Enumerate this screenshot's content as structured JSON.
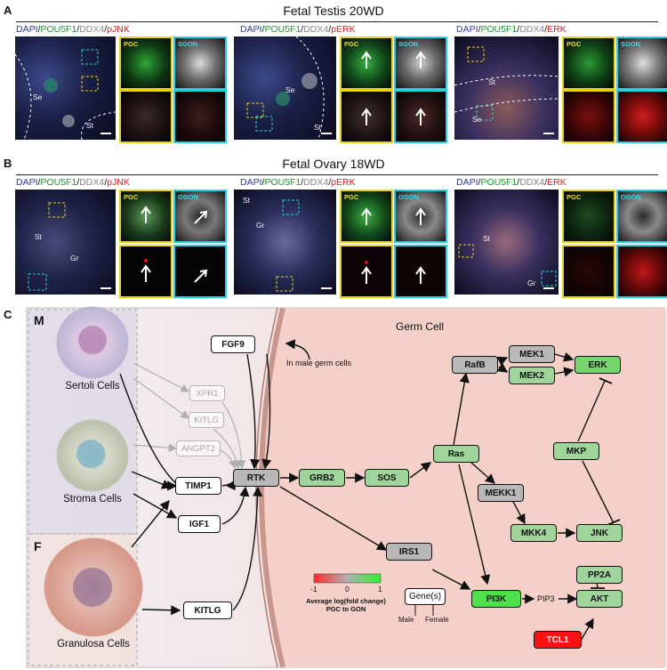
{
  "sections": {
    "A": {
      "label": "A",
      "title": "Fetal Testis 20WD",
      "panels": [
        {
          "markers": [
            "DAPI",
            "POU5F1",
            "DDX4",
            "pJNK"
          ],
          "inset_left": "PGC",
          "inset_right": "SGON",
          "annotations": [
            "Se",
            "St"
          ]
        },
        {
          "markers": [
            "DAPI",
            "POU5F1",
            "DDX4",
            "pERK"
          ],
          "inset_left": "PGC",
          "inset_right": "SGON",
          "annotations": [
            "Se",
            "St"
          ]
        },
        {
          "markers": [
            "DAPI",
            "POU5F1",
            "DDX4",
            "ERK"
          ],
          "inset_left": "PGC",
          "inset_right": "SGON",
          "annotations": [
            "St",
            "Se"
          ]
        }
      ]
    },
    "B": {
      "label": "B",
      "title": "Fetal Ovary 18WD",
      "panels": [
        {
          "markers": [
            "DAPI",
            "POU5F1",
            "DDX4",
            "pJNK"
          ],
          "inset_left": "PGC",
          "inset_right": "OGON",
          "annotations": [
            "St",
            "Gr"
          ]
        },
        {
          "markers": [
            "DAPI",
            "POU5F1",
            "DDX4",
            "pERK"
          ],
          "inset_left": "PGC",
          "inset_right": "OGON",
          "annotations": [
            "St",
            "Gr"
          ]
        },
        {
          "markers": [
            "DAPI",
            "POU5F1",
            "DDX4",
            "ERK"
          ],
          "inset_left": "PGC",
          "inset_right": "OGON",
          "annotations": [
            "St",
            "Gr"
          ]
        }
      ]
    },
    "C": {
      "label": "C",
      "m_label": "M",
      "f_label": "F",
      "germ_cell_label": "Germ Cell",
      "cells": [
        "Sertoli Cells",
        "Stroma Cells",
        "Granulosa Cells"
      ],
      "nodes": {
        "FGF9": "FGF9",
        "XPR1": "XPR1",
        "KITLG_faded": "KITLG",
        "ANGPT2": "ANGPT2",
        "TIMP1": "TIMP1",
        "IGF1": "IGF1",
        "KITLG": "KITLG",
        "RTK": "RTK",
        "GRB2": "GRB2",
        "SOS": "SOS",
        "Ras": "Ras",
        "RafB": "RafB",
        "MEK1": "MEK1",
        "MEK2": "MEK2",
        "ERK": "ERK",
        "MKP": "MKP",
        "MEKK1": "MEKK1",
        "MKK4": "MKK4",
        "JNK": "JNK",
        "IRS1": "IRS1",
        "PI3K": "PI3K",
        "PIP3": "PIP3",
        "PP2A": "PP2A",
        "AKT": "AKT",
        "TCL1": "TCL1"
      },
      "note_male": "In male germ cells",
      "legend": {
        "scale_min": "-1",
        "scale_mid": "0",
        "scale_max": "1",
        "caption_line1": "Average log(fold change)",
        "caption_line2": "PGC to GON",
        "key_box": "Gene(s)",
        "key_male": "Male",
        "key_female": "Female",
        "colors": [
          "#ff2a2a",
          "#b0b0b0",
          "#2ef02e"
        ]
      }
    }
  }
}
